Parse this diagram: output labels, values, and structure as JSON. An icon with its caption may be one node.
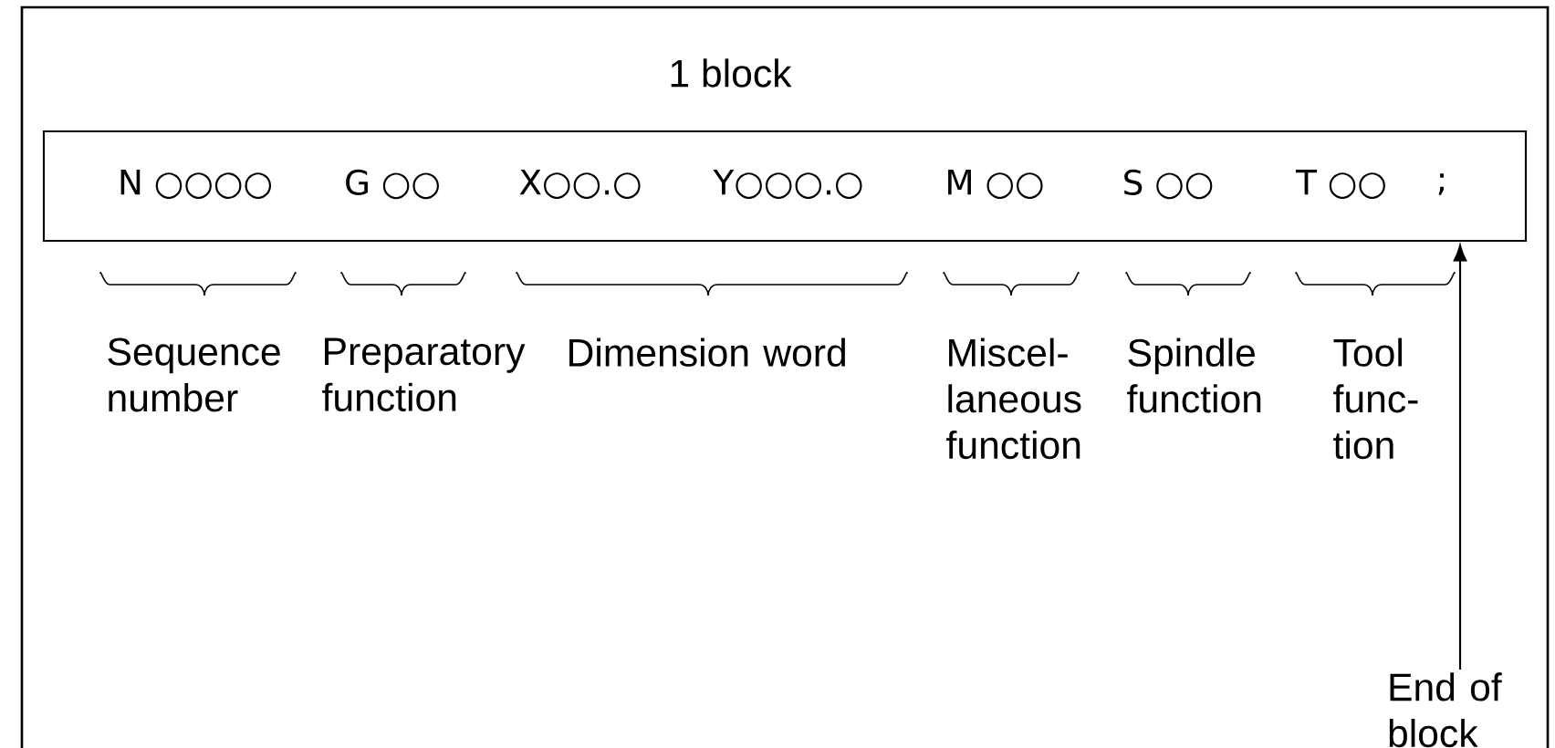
{
  "diagram": {
    "nodes": [
      {
        "text": [
          "N ○○○○",
          "G ○○",
          "X○○.○",
          "Y○○○.○",
          "M ○○",
          "S ○○",
          "T ○○",
          ";"
        ],
        "beside": [
          "1 block"
        ]
      },
      {
        "text": [
          "End of block"
        ]
      }
    ],
    "edges": [
      {
        "from": 1,
        "to": 0,
        "arrow": "to"
      }
    ],
    "labels": [
      "Sequence number",
      "Preparatory function",
      "Dimension word",
      "Miscel- laneous function",
      "Spindle function",
      "Tool func- tion"
    ]
  }
}
